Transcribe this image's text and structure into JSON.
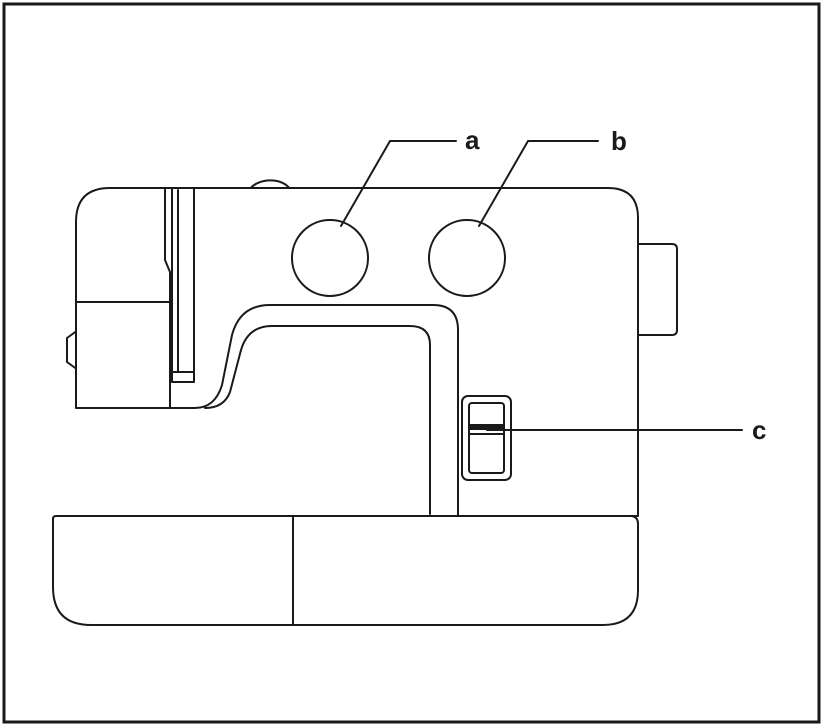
{
  "diagram": {
    "callouts": [
      {
        "id": "a",
        "label": "a"
      },
      {
        "id": "b",
        "label": "b"
      },
      {
        "id": "c",
        "label": "c"
      }
    ],
    "colors": {
      "stroke": "#1a1a1a",
      "background": "#ffffff"
    }
  }
}
